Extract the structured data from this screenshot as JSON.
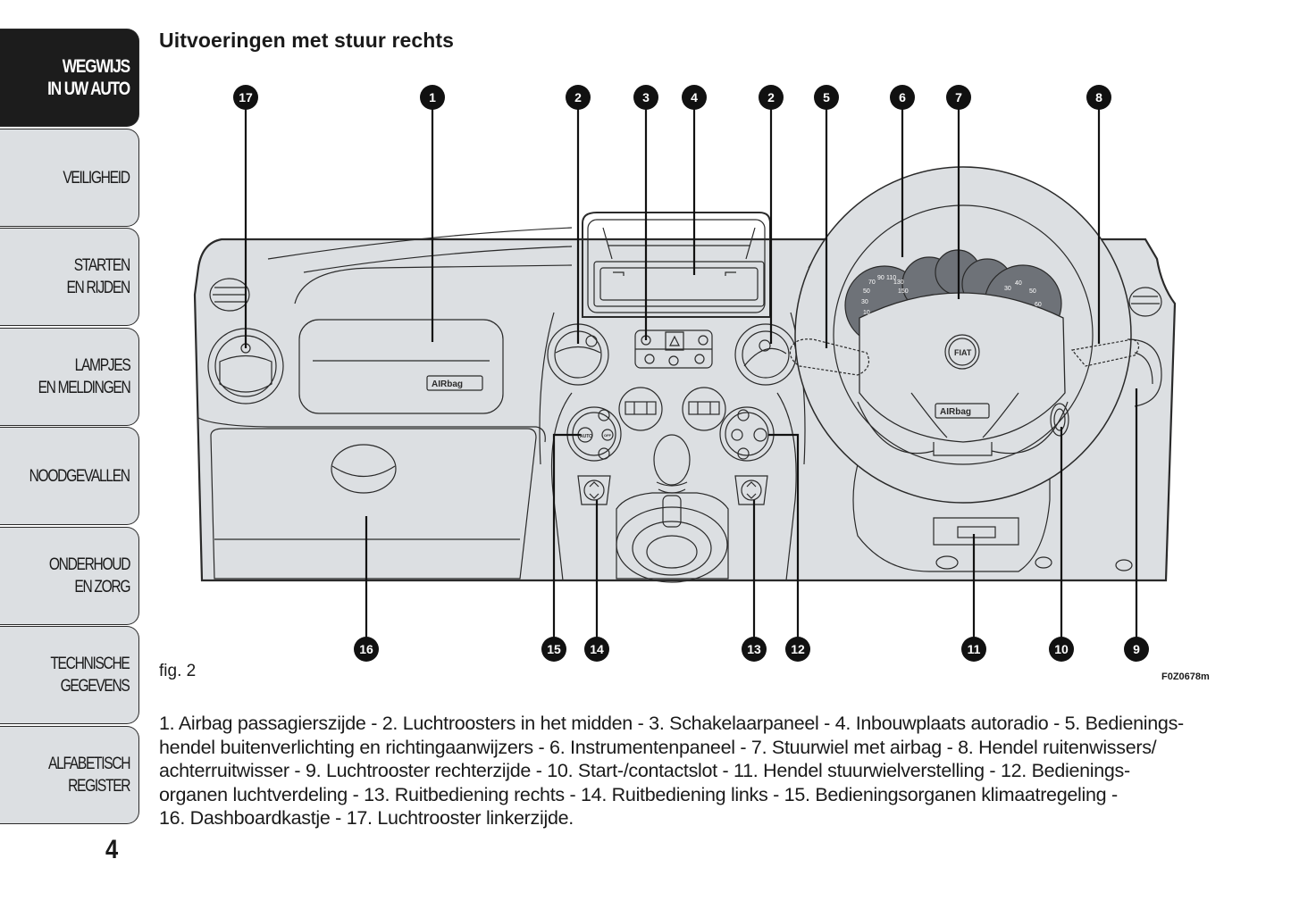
{
  "sidebar": {
    "tabs": [
      {
        "label": "WEGWIJS\nIN UW AUTO",
        "active": true
      },
      {
        "label": "VEILIGHEID",
        "active": false
      },
      {
        "label": "STARTEN\nEN RIJDEN",
        "active": false
      },
      {
        "label": "LAMPJES\nEN MELDINGEN",
        "active": false
      },
      {
        "label": "NOODGEVALLEN",
        "active": false
      },
      {
        "label": "ONDERHOUD\nEN ZORG",
        "active": false
      },
      {
        "label": "TECHNISCHE\nGEGEVENS",
        "active": false
      },
      {
        "label": "ALFABETISCH\nREGISTER",
        "active": false
      }
    ]
  },
  "page": {
    "number": "4",
    "section_title": "Uitvoeringen met stuur rechts"
  },
  "figure": {
    "caption": "fig. 2",
    "code": "F0Z0678m",
    "airbag_badge": "AIRbag",
    "brand_logo": "FIAT",
    "callouts_top": [
      "17",
      "1",
      "2",
      "3",
      "4",
      "2",
      "5",
      "6",
      "7",
      "8"
    ],
    "callouts_bottom": [
      "16",
      "15",
      "14",
      "13",
      "12",
      "11",
      "10",
      "9"
    ],
    "speedometer_ticks": [
      "10",
      "30",
      "50",
      "70",
      "90",
      "110",
      "130",
      "150"
    ],
    "tachometer_ticks": [
      "30",
      "40",
      "50",
      "60"
    ],
    "climate_button_auto": "AUTO",
    "climate_button_off": "OFF",
    "line_color": "#1a1a1a",
    "fill_color": "#dcdfe2"
  },
  "legend": {
    "text": "1. Airbag passagierszijde - 2. Luchtroosters in het midden - 3. Schakelaarpaneel - 4. Inbouwplaats autoradio - 5. Bedienings-hendel buitenverlichting en richtingaanwijzers - 6. Instrumentenpaneel - 7. Stuurwiel met airbag - 8. Hendel ruitenwissers/ achterruitwisser - 9. Luchtrooster rechterzijde - 10. Start-/contactslot - 11. Hendel stuurwielverstelling - 12. Bedienings-organen luchtverdeling - 13. Ruitbediening rechts - 14. Ruitbediening links - 15. Bedieningsorganen klimaatregeling - 16. Dashboardkastje - 17. Luchtrooster linkerzijde.",
    "lines": [
      "1. Airbag passagierszijde - 2. Luchtroosters in het midden - 3. Schakelaarpaneel - 4. Inbouwplaats autoradio - 5. Bedienings-",
      "hendel buitenverlichting en richtingaanwijzers - 6. Instrumentenpaneel - 7. Stuurwiel met airbag - 8. Hendel ruitenwissers/",
      "achterruitwisser - 9. Luchtrooster rechterzijde - 10. Start-/contactslot - 11. Hendel stuurwielverstelling - 12. Bedienings-",
      "organen luchtverdeling - 13. Ruitbediening rechts - 14. Ruitbediening links - 15. Bedieningsorganen klimaatregeling -",
      "16. Dashboardkastje - 17. Luchtrooster linkerzijde."
    ]
  }
}
